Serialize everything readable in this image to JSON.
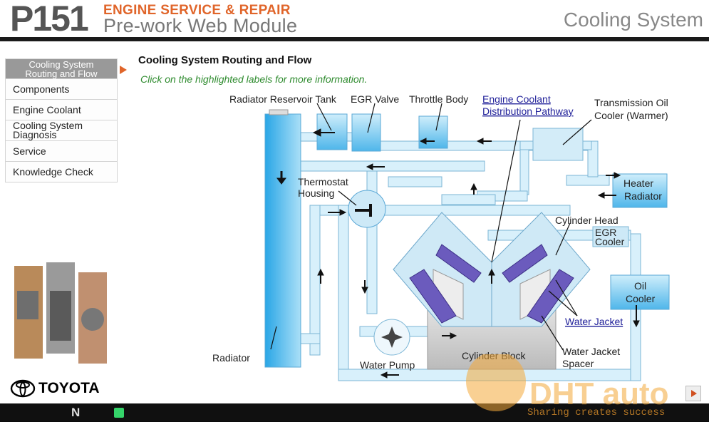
{
  "header": {
    "code": "P151",
    "line1": "ENGINE SERVICE & REPAIR",
    "line2": "Pre-work Web Module",
    "section": "Cooling System"
  },
  "nav": {
    "items": [
      {
        "label": "Cooling System Routing and Flow",
        "active": true
      },
      {
        "label": "Components",
        "active": false
      },
      {
        "label": "Engine Coolant",
        "active": false
      },
      {
        "label": "Cooling System Diagnosis",
        "active": false
      },
      {
        "label": "Service",
        "active": false
      },
      {
        "label": "Knowledge Check",
        "active": false
      }
    ]
  },
  "content": {
    "title": "Cooling System Routing and Flow",
    "subtitle": "Click on the highlighted labels for more information."
  },
  "diagram": {
    "labels": {
      "radiator_reservoir_tank": "Radiator Reservoir Tank",
      "egr_valve": "EGR Valve",
      "throttle_body": "Throttle Body",
      "coolant_pathway_1": "Engine Coolant",
      "coolant_pathway_2": "Distribution Pathway",
      "transmission_oil_1": "Transmission Oil",
      "transmission_oil_2": "Cooler (Warmer)",
      "thermostat_1": "Thermostat",
      "thermostat_2": "Housing",
      "heater_1": "Heater",
      "heater_2": "Radiator",
      "cylinder_head": "Cylinder Head",
      "egr_cooler_1": "EGR",
      "egr_cooler_2": "Cooler",
      "oil_cooler_1": "Oil",
      "oil_cooler_2": "Cooler",
      "water_jacket": "Water Jacket",
      "water_jacket_spacer_1": "Water Jacket",
      "water_jacket_spacer_2": "Spacer",
      "cylinder_block": "Cylinder Block",
      "radiator": "Radiator",
      "water_pump": "Water Pump"
    }
  },
  "brand": {
    "name": "TOYOTA"
  },
  "watermark": {
    "logo": "DHT auto",
    "tagline": "Sharing creates success"
  },
  "dashboard": {
    "gear": "N"
  }
}
